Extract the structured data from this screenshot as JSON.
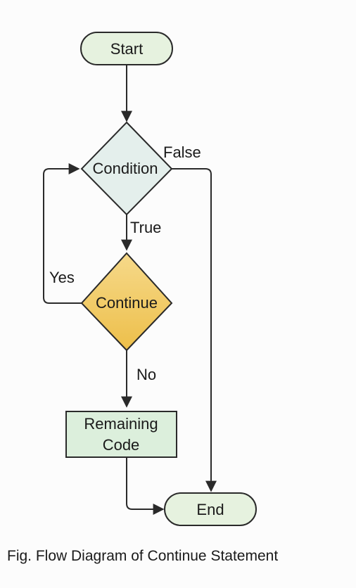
{
  "nodes": {
    "start": {
      "label": "Start"
    },
    "condition": {
      "label": "Condition"
    },
    "continue": {
      "label": "Continue"
    },
    "remaining": {
      "line1": "Remaining",
      "line2": "Code"
    },
    "end": {
      "label": "End"
    }
  },
  "edges": {
    "false_label": "False",
    "true_label": "True",
    "yes_label": "Yes",
    "no_label": "No"
  },
  "caption": "Fig. Flow Diagram of Continue Statement",
  "colors": {
    "terminal_fill": "#e6f2df",
    "condition_fill": "#e4efec",
    "continue_fill": "#f1c95a",
    "process_fill": "#dcefdc",
    "stroke": "#2a2a2a"
  }
}
